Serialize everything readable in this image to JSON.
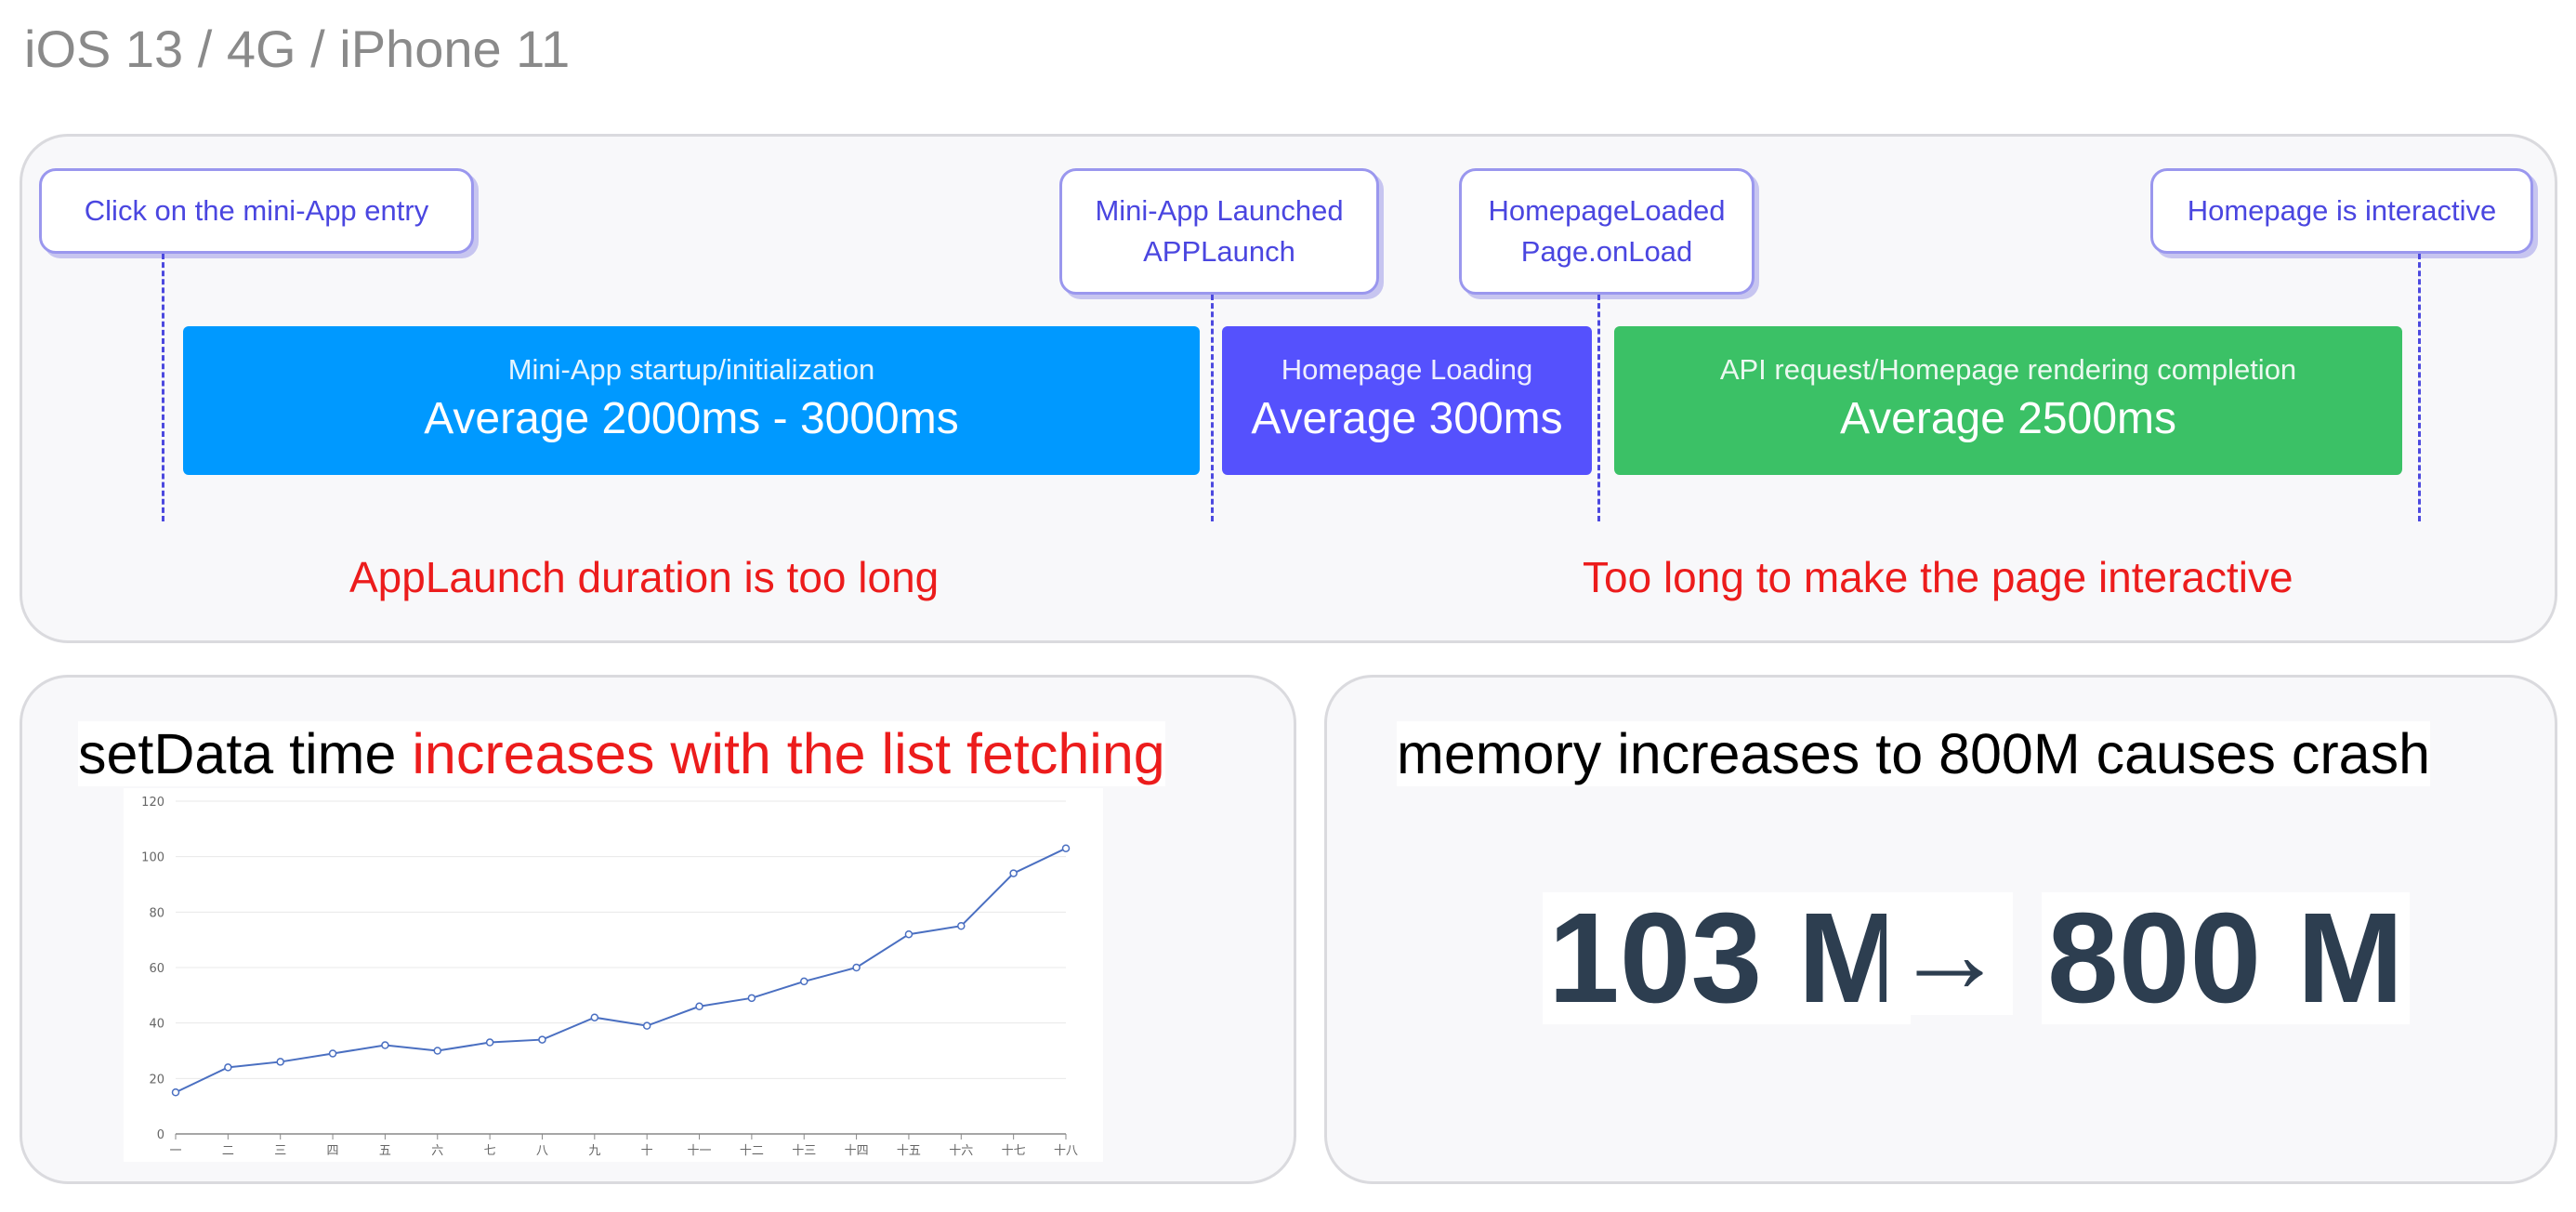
{
  "header": {
    "title": "iOS 13 / 4G / iPhone 11"
  },
  "timeline": {
    "milestones": [
      {
        "lines": [
          "Click on the mini-App entry"
        ]
      },
      {
        "lines": [
          "Mini-App Launched",
          "APPLaunch"
        ]
      },
      {
        "lines": [
          "HomepageLoaded",
          "Page.onLoad"
        ]
      },
      {
        "lines": [
          "Homepage is interactive"
        ]
      }
    ],
    "phases": [
      {
        "name": "Mini-App startup/initialization",
        "avg": "Average 2000ms - 3000ms",
        "color": "#0099ff"
      },
      {
        "name": "Homepage Loading",
        "avg": "Average 300ms",
        "color": "#5551fd"
      },
      {
        "name": "API request/Homepage rendering completion",
        "avg": "Average 2500ms",
        "color": "#3bc166"
      }
    ],
    "problems": [
      "AppLaunch duration is too long",
      "Too long to make the page interactive"
    ]
  },
  "setdata_panel": {
    "heading_prefix": "setData time ",
    "heading_highlight": "increases with the list fetching"
  },
  "memory_panel": {
    "heading": "memory increases to 800M causes crash",
    "from": "103 M",
    "arrow": "→",
    "to": "800 M"
  },
  "chart_data": {
    "type": "line",
    "categories": [
      "一",
      "二",
      "三",
      "四",
      "五",
      "六",
      "七",
      "八",
      "九",
      "十",
      "十一",
      "十二",
      "十三",
      "十四",
      "十五",
      "十六",
      "十七",
      "十八"
    ],
    "values": [
      15,
      24,
      26,
      29,
      32,
      30,
      33,
      34,
      42,
      39,
      46,
      49,
      55,
      60,
      72,
      75,
      94,
      103
    ],
    "ylim": [
      0,
      120
    ],
    "yticks": [
      0,
      20,
      40,
      60,
      80,
      100,
      120
    ],
    "grid": true,
    "color": "#4a6fc1"
  }
}
